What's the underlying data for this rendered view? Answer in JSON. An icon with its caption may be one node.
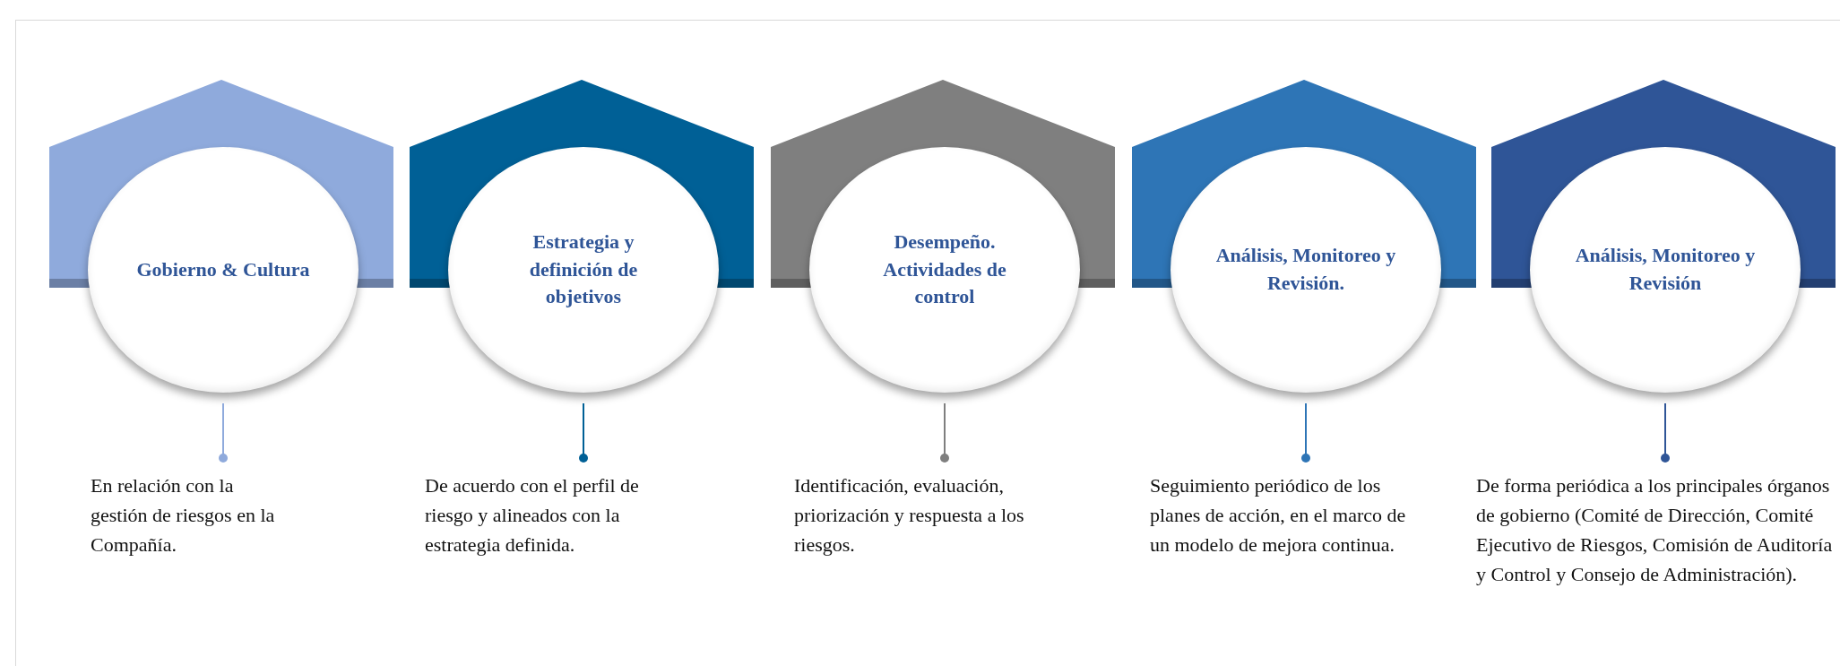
{
  "diagram": {
    "nodes": [
      {
        "text": [
          "Gobierno & Cultura"
        ]
      },
      {
        "text": [
          "Estrategia y definición de objetivos"
        ]
      },
      {
        "text": [
          "Desempeño. Actividades de control"
        ]
      },
      {
        "text": [
          "Análisis, Monitoreo y Revisión."
        ]
      },
      {
        "text": [
          "Análisis, Monitoreo y Revisión"
        ]
      },
      {
        "text": [
          "En relación con la gestión de riesgos en la Compañía."
        ]
      },
      {
        "text": [
          "De acuerdo con el perfil de riesgo y alineados con la estrategia definida."
        ]
      },
      {
        "text": [
          "Identificación, evaluación, priorización y respuesta a los riesgos."
        ]
      },
      {
        "text": [
          "Seguimiento periódico de los planes de acción, en el marco de un modelo de mejora continua."
        ]
      },
      {
        "text": [
          "De forma periódica a los principales órganos de gobierno (Comité de Dirección, Comité Ejecutivo de Riesgos, Comisión de Auditoría y Control y Consejo de Administración)."
        ]
      }
    ],
    "edges": [
      {
        "from": 0,
        "to": 5,
        "arrow": "other",
        "color": "#8faadc"
      },
      {
        "from": 1,
        "to": 6,
        "arrow": "other",
        "color": "#006096"
      },
      {
        "from": 2,
        "to": 7,
        "arrow": "other",
        "color": "#7f7f7f"
      },
      {
        "from": 3,
        "to": 8,
        "arrow": "other",
        "color": "#2e75b6"
      },
      {
        "from": 4,
        "to": 9,
        "arrow": "other",
        "color": "#2f5597"
      }
    ]
  }
}
